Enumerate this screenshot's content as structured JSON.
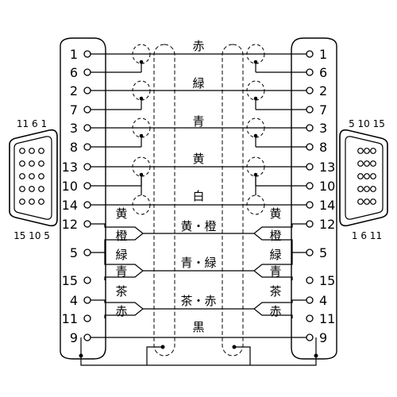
{
  "left_pins": [
    "1",
    "6",
    "2",
    "7",
    "3",
    "8",
    "13",
    "10",
    "14",
    "12",
    "5",
    "15",
    "4",
    "11",
    "9"
  ],
  "right_pins": [
    "1",
    "6",
    "2",
    "7",
    "3",
    "8",
    "13",
    "10",
    "14",
    "12",
    "5",
    "15",
    "4",
    "11",
    "9"
  ],
  "wire_colors": [
    "赤",
    "緑",
    "青",
    "黄",
    "白",
    "黄・橙",
    "青・緑",
    "茶・赤",
    "黒"
  ],
  "pair_labels": [
    {
      "top": "黄",
      "bottom": "橙"
    },
    {
      "top": "緑",
      "bottom": "青"
    },
    {
      "top": "茶",
      "bottom": "赤"
    }
  ],
  "left_connector_labels": {
    "top": "11 6 1",
    "bottom": "15 10 5"
  },
  "right_connector_labels": {
    "top": "5 10 15",
    "bottom": "1 6 11"
  }
}
